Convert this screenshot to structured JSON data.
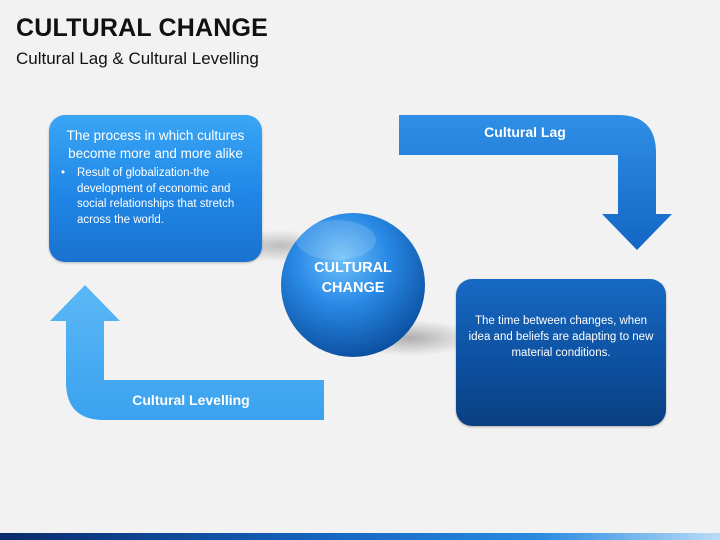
{
  "header": {
    "title": "CULTURAL CHANGE",
    "subtitle": "Cultural Lag & Cultural Levelling"
  },
  "center": {
    "line1": "CULTURAL",
    "line2": "CHANGE"
  },
  "cultural_lag": {
    "label": "Cultural Lag",
    "description": "The time between changes, when idea and beliefs are adapting to new material conditions."
  },
  "cultural_levelling": {
    "label": "Cultural Levelling",
    "description": "The process in which cultures become more and more alike",
    "bullets": [
      "Result of globalization-the development of economic and social relationships that stretch across the world."
    ]
  },
  "colors": {
    "light_blue": "#3aa6f5",
    "dark_blue": "#0c4f9e",
    "sphere": "#1e78d6",
    "background": "#f2f2f2"
  }
}
